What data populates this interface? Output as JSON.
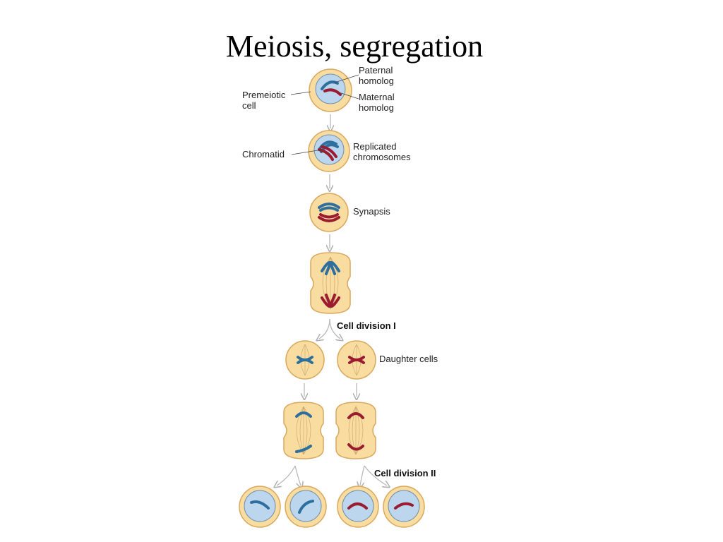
{
  "title": "Meiosis, segregation",
  "labels": {
    "paternal_line1": "Paternal",
    "paternal_line2": "homolog",
    "maternal_line1": "Maternal",
    "maternal_line2": "homolog",
    "premeiotic_line1": "Premeiotic",
    "premeiotic_line2": "cell",
    "chromatid": "Chromatid",
    "replicated_line1": "Replicated",
    "replicated_line2": "chromosomes",
    "synapsis": "Synapsis",
    "cell_division_1": "Cell division I",
    "daughter_cells": "Daughter cells",
    "cell_division_2": "Cell division II"
  },
  "colors": {
    "cytoplasm": "#f8dca0",
    "membrane": "#d9a85e",
    "nucleus": "#bcd6ee",
    "paternal": "#2e6f9e",
    "maternal": "#9b1b30",
    "arrow": "#b8b8b8",
    "spindle": "#c9a46a"
  }
}
